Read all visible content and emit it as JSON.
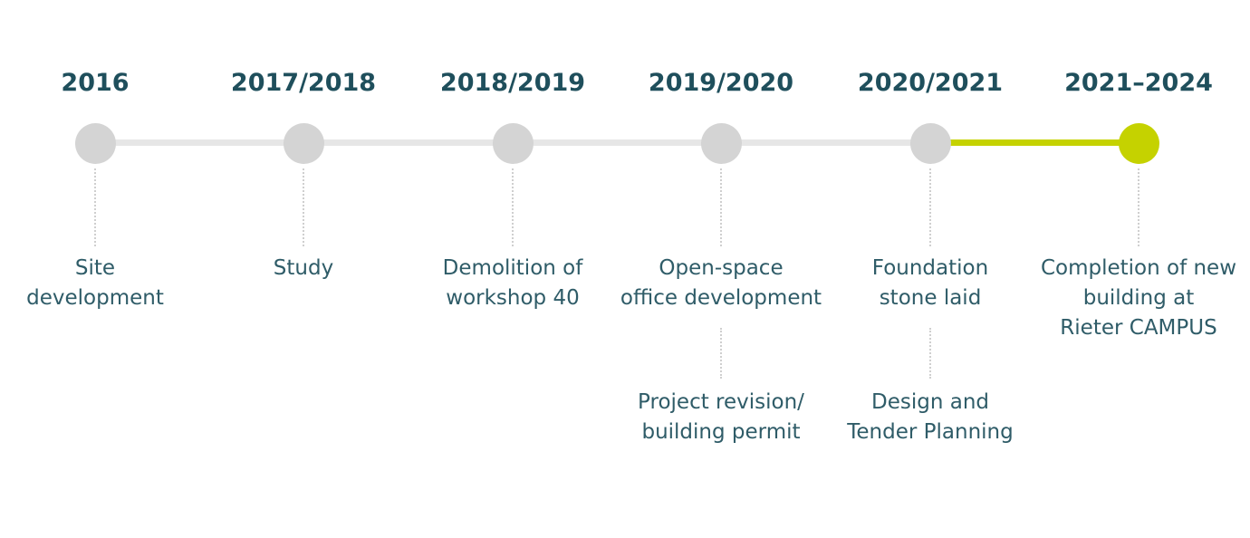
{
  "milestones": [
    {
      "year": "2016",
      "lines": [
        "Site",
        "development"
      ],
      "sub_lines": []
    },
    {
      "year": "2017/2018",
      "lines": [
        "Study"
      ],
      "sub_lines": []
    },
    {
      "year": "2018/2019",
      "lines": [
        "Demolition of",
        "workshop 40"
      ],
      "sub_lines": []
    },
    {
      "year": "2019/2020",
      "lines": [
        "Open-space",
        "office development"
      ],
      "sub_lines": [
        "Project revision/",
        "building permit"
      ]
    },
    {
      "year": "2020/2021",
      "lines": [
        "Foundation",
        "stone laid"
      ],
      "sub_lines": [
        "Design and",
        "Tender Planning"
      ]
    },
    {
      "year": "2021–2024",
      "lines": [
        "Completion of new",
        "building at",
        "Rieter CAMPUS"
      ],
      "sub_lines": []
    }
  ],
  "active_index": 5,
  "colors": {
    "year_text": "#1f4f5c",
    "label_text": "#2f5c68",
    "node_inactive": "#d4d4d4",
    "node_active": "#c5d200",
    "track_inactive": "#e6e6e6",
    "track_active": "#c5d200",
    "connector": "#cfcfcf"
  }
}
